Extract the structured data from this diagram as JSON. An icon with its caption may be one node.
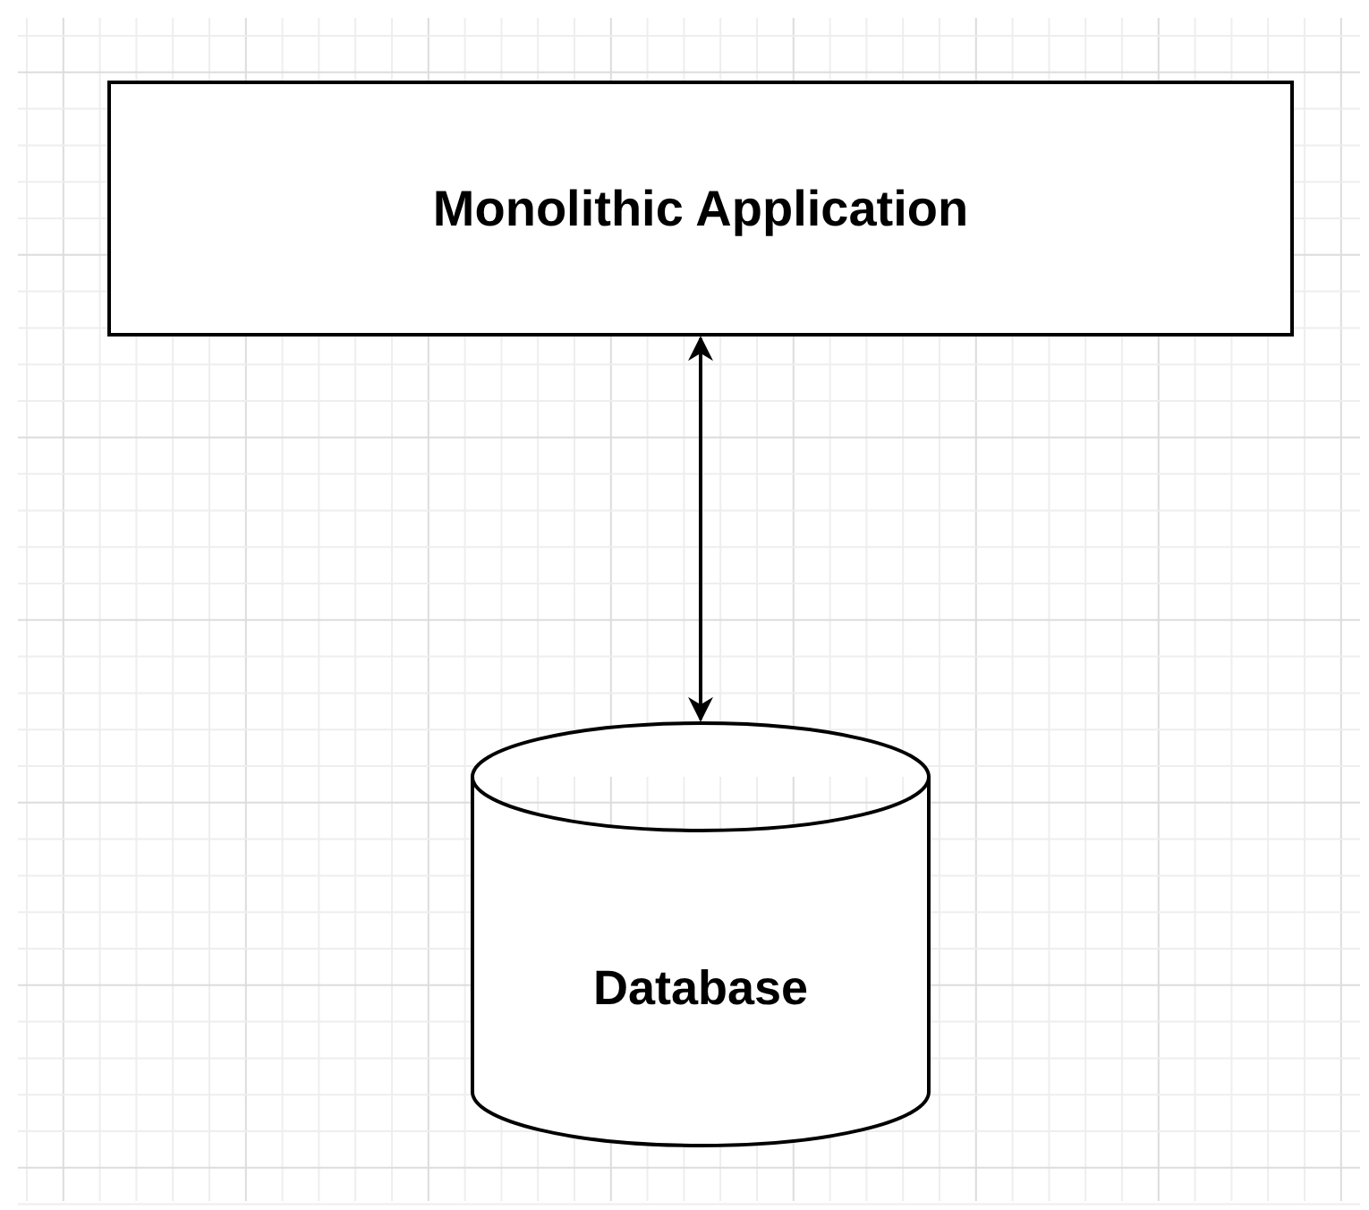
{
  "diagram": {
    "nodes": [
      {
        "text": [
          "Monolithic Application"
        ]
      },
      {
        "text": [
          "Database"
        ]
      }
    ],
    "edges": [
      {
        "from": 0,
        "to": 1,
        "arrow": "both"
      }
    ]
  }
}
